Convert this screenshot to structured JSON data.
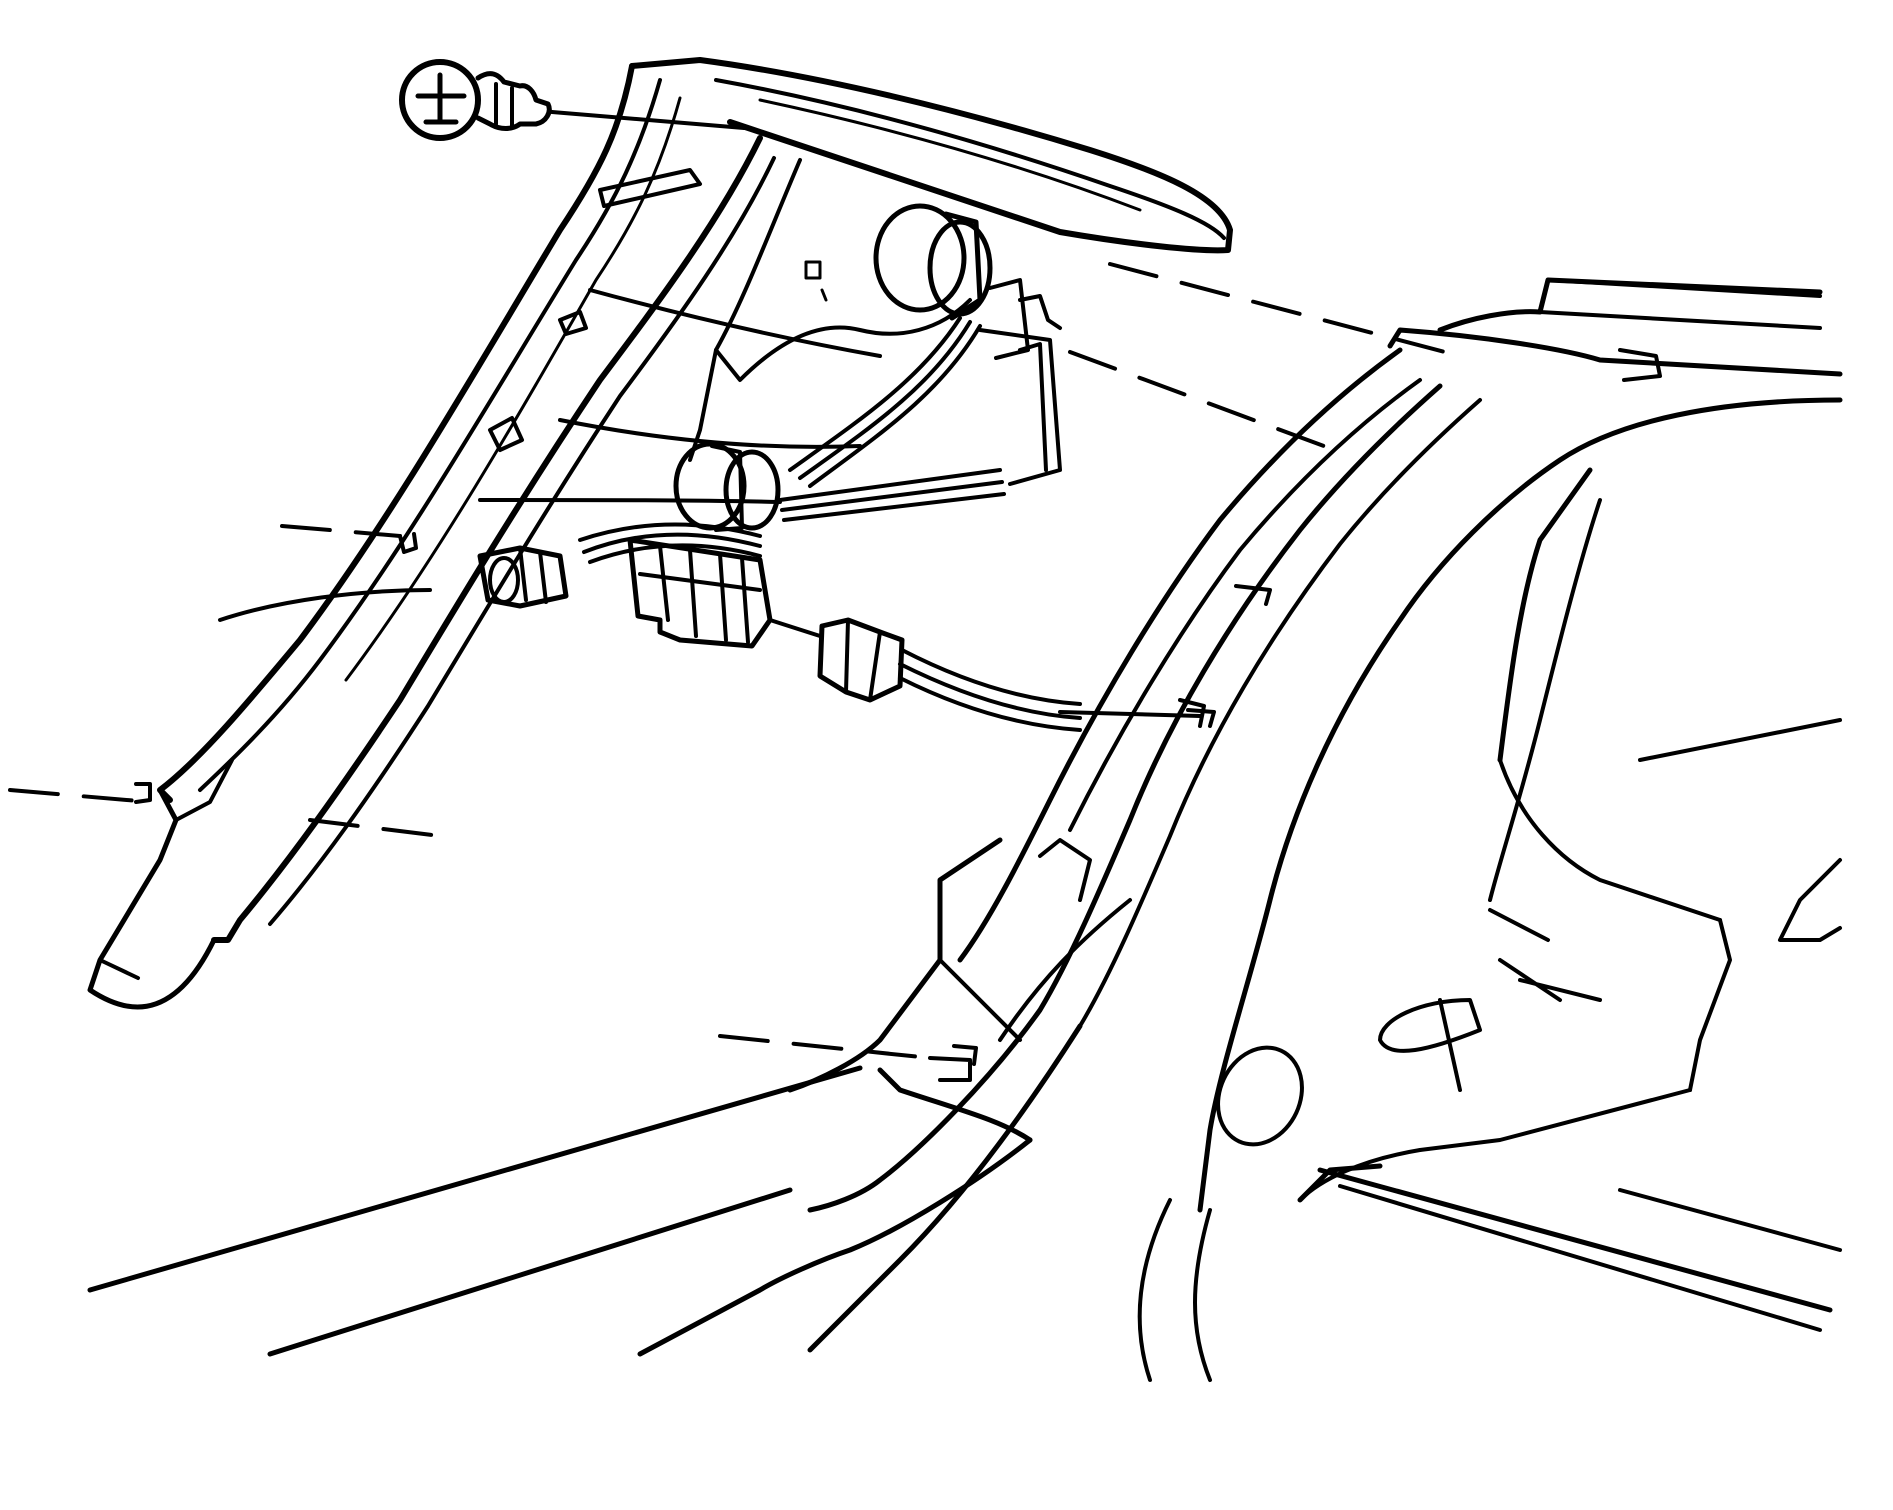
{
  "figure": {
    "kind": "exploded line drawing",
    "background_color": "#ffffff",
    "ink_color": "#000000",
    "labels": []
  },
  "parts": [
    {
      "id": "screw",
      "icon": "screw-icon"
    },
    {
      "id": "lamp-assembly",
      "icon": "lamp-housing"
    },
    {
      "id": "bulb-socket-upper",
      "icon": "bulb-socket"
    },
    {
      "id": "bulb-socket-lower",
      "icon": "bulb-socket"
    },
    {
      "id": "wiring-harness",
      "icon": "wire-bundle"
    },
    {
      "id": "harness-connector",
      "icon": "electrical-connector"
    },
    {
      "id": "body-opening",
      "icon": "vehicle-body-panel"
    },
    {
      "id": "fender",
      "icon": "rear-quarter-panel"
    }
  ]
}
